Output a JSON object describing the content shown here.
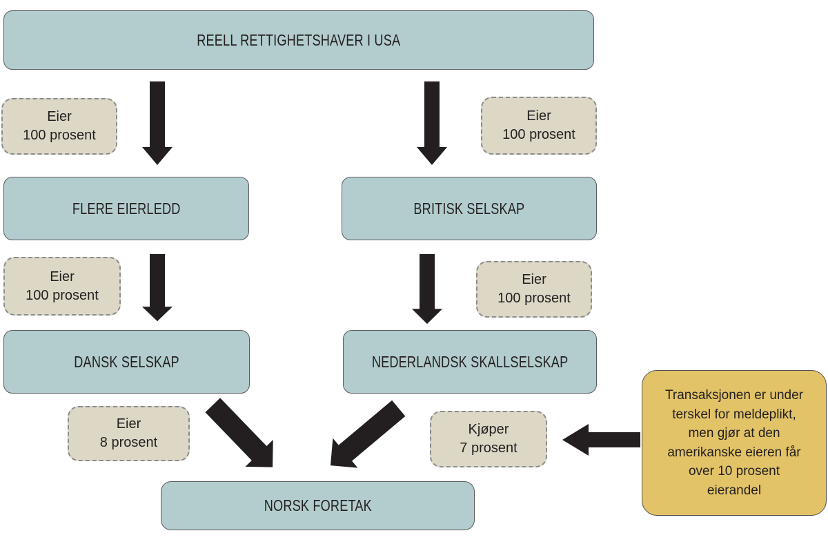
{
  "nodes": {
    "reell": "REELL RETTIGHETSHAVER I USA",
    "flere": "FLERE EIERLEDD",
    "britisk": "BRITISK SELSKAP",
    "dansk": "DANSK SELSKAP",
    "nederlandsk": "NEDERLANDSK SKALLSELSKAP",
    "norsk": "NORSK FORETAK"
  },
  "labels": {
    "eier_top_left": {
      "l1": "Eier",
      "l2": "100 prosent"
    },
    "eier_top_right": {
      "l1": "Eier",
      "l2": "100 prosent"
    },
    "eier_mid_left": {
      "l1": "Eier",
      "l2": "100 prosent"
    },
    "eier_mid_right": {
      "l1": "Eier",
      "l2": "100 prosent"
    },
    "eier_bottom_left": {
      "l1": "Eier",
      "l2": "8 prosent"
    },
    "kjoper": {
      "l1": "Kjøper",
      "l2": "7 prosent"
    }
  },
  "note": {
    "lines": [
      "Transaksjonen er under",
      "terskel for meldeplikt,",
      "men gjør at den",
      "amerikanske eieren får",
      "over 10 prosent",
      "eierandel"
    ]
  },
  "colors": {
    "node_fill": "#b3cdce",
    "node_border": "#58595b",
    "tag_fill": "#ddd8c6",
    "tag_border": "#8a8c8f",
    "note_fill": "#e2c367",
    "note_border": "#4f4f51",
    "arrow": "#231f20",
    "text": "#231f20"
  }
}
